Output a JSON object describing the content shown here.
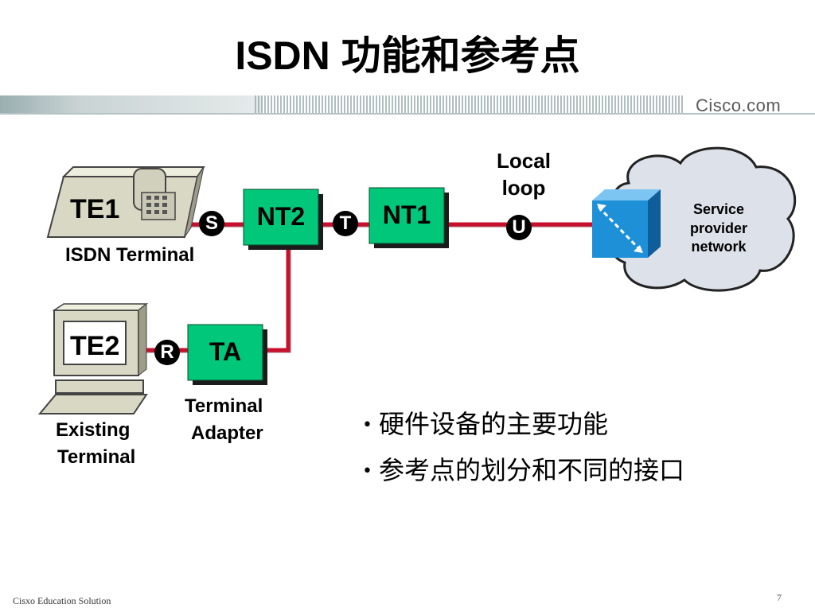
{
  "title": "ISDN 功能和参考点",
  "brand": {
    "logo_text": "Cisco.com"
  },
  "diagram": {
    "te1": {
      "label": "TE1",
      "caption": "ISDN Terminal"
    },
    "te2": {
      "label": "TE2",
      "caption_line1": "Existing",
      "caption_line2": "Terminal"
    },
    "nt2": {
      "label": "NT2"
    },
    "nt1": {
      "label": "NT1"
    },
    "ta": {
      "label": "TA",
      "caption_line1": "Terminal",
      "caption_line2": "Adapter"
    },
    "points": {
      "s": "S",
      "t": "T",
      "u": "U",
      "r": "R"
    },
    "local_loop": {
      "line1": "Local",
      "line2": "loop"
    },
    "cloud": {
      "line1": "Service",
      "line2": "provider",
      "line3": "network"
    },
    "colors": {
      "box_fill": "#00c77a",
      "link": "#c8102e",
      "switch": "#1e90d8",
      "cloud": "#dde2ea"
    }
  },
  "bullets": [
    "硬件设备的主要功能",
    "参考点的划分和不同的接口"
  ],
  "footer": {
    "left_text": "Cisxo Education Solution",
    "page_number": "7"
  }
}
